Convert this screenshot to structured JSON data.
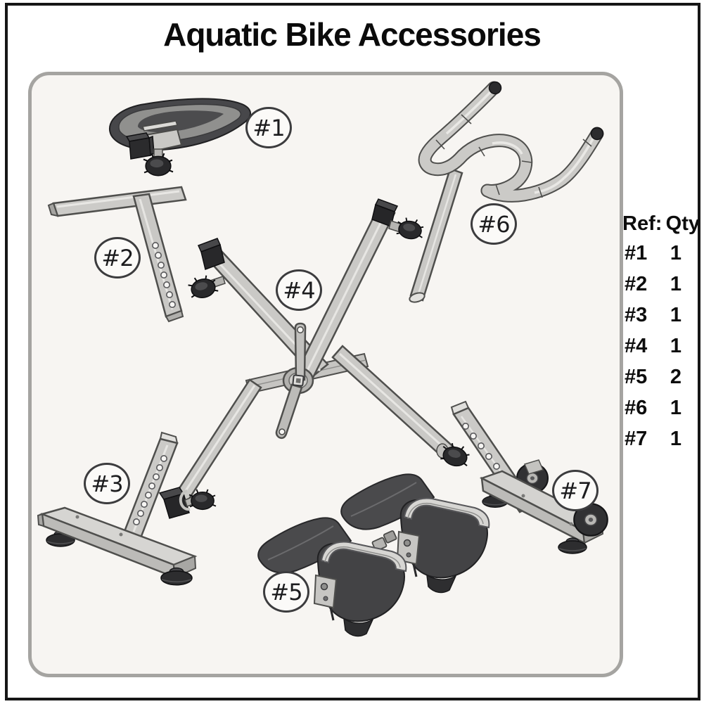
{
  "title": "Aquatic Bike Accessories",
  "diagram": {
    "labels": [
      {
        "text": "#1"
      },
      {
        "text": "#2"
      },
      {
        "text": "#3"
      },
      {
        "text": "#4"
      },
      {
        "text": "#5"
      },
      {
        "text": "#6"
      },
      {
        "text": "#7"
      }
    ]
  },
  "ref_table": {
    "ref_label": "Ref:",
    "qty_label": "Qty",
    "rows": [
      {
        "ref": "#1",
        "qty": "1"
      },
      {
        "ref": "#2",
        "qty": "1"
      },
      {
        "ref": "#3",
        "qty": "1"
      },
      {
        "ref": "#4",
        "qty": "1"
      },
      {
        "ref": "#5",
        "qty": "2"
      },
      {
        "ref": "#6",
        "qty": "1"
      },
      {
        "ref": "#7",
        "qty": "1"
      }
    ]
  },
  "colors": {
    "frame_border": "#161616",
    "panel_border": "#a5a4a1",
    "panel_bg": "#f7f5f2",
    "metal_light": "#cbcac7",
    "metal_shadow": "#b0afac",
    "part_dark": "#39393b",
    "outline": "#4f4f4d",
    "text": "#0d0d0d"
  }
}
